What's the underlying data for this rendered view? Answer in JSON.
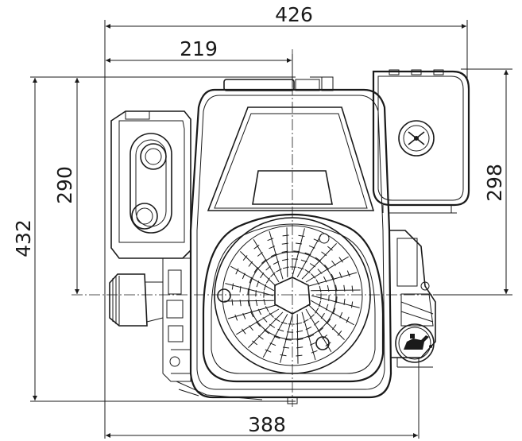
{
  "dimensions": {
    "overall_width": "426",
    "center_offset": "219",
    "base_width": "388",
    "overall_height": "432",
    "shaft_height": "290",
    "tank_height": "298"
  },
  "icons": {
    "oil_cap": "oil-can-icon",
    "filter_label": "air-filter-icon"
  }
}
